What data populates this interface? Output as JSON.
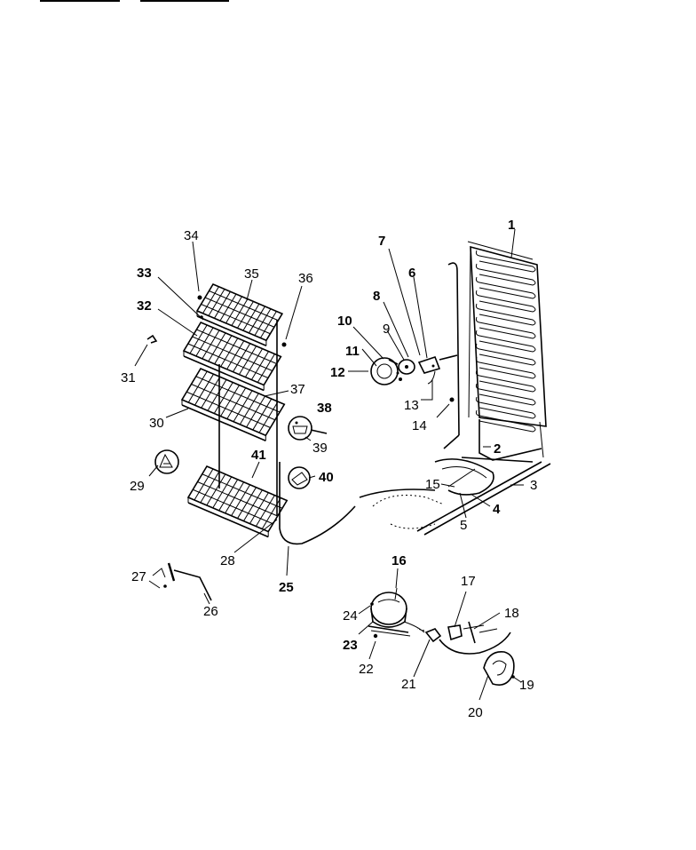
{
  "callouts": [
    {
      "id": "c1",
      "text": "1",
      "bold": true
    },
    {
      "id": "c2",
      "text": "2",
      "bold": true
    },
    {
      "id": "c3",
      "text": "3",
      "bold": false
    },
    {
      "id": "c4",
      "text": "4",
      "bold": true
    },
    {
      "id": "c5",
      "text": "5",
      "bold": false
    },
    {
      "id": "c6",
      "text": "6",
      "bold": true
    },
    {
      "id": "c7",
      "text": "7",
      "bold": true
    },
    {
      "id": "c8",
      "text": "8",
      "bold": true
    },
    {
      "id": "c9",
      "text": "9",
      "bold": false
    },
    {
      "id": "c10",
      "text": "10",
      "bold": true
    },
    {
      "id": "c11",
      "text": "11",
      "bold": true
    },
    {
      "id": "c12",
      "text": "12",
      "bold": true
    },
    {
      "id": "c13",
      "text": "13",
      "bold": false
    },
    {
      "id": "c14",
      "text": "14",
      "bold": false
    },
    {
      "id": "c15",
      "text": "15",
      "bold": false
    },
    {
      "id": "c16",
      "text": "16",
      "bold": true
    },
    {
      "id": "c17",
      "text": "17",
      "bold": false
    },
    {
      "id": "c18",
      "text": "18",
      "bold": false
    },
    {
      "id": "c19",
      "text": "19",
      "bold": false
    },
    {
      "id": "c20",
      "text": "20",
      "bold": false
    },
    {
      "id": "c21",
      "text": "21",
      "bold": false
    },
    {
      "id": "c22",
      "text": "22",
      "bold": false
    },
    {
      "id": "c23",
      "text": "23",
      "bold": true
    },
    {
      "id": "c24",
      "text": "24",
      "bold": false
    },
    {
      "id": "c25",
      "text": "25",
      "bold": true
    },
    {
      "id": "c26",
      "text": "26",
      "bold": false
    },
    {
      "id": "c27",
      "text": "27",
      "bold": false
    },
    {
      "id": "c28",
      "text": "28",
      "bold": false
    },
    {
      "id": "c29",
      "text": "29",
      "bold": false
    },
    {
      "id": "c30",
      "text": "30",
      "bold": false
    },
    {
      "id": "c31",
      "text": "31",
      "bold": false
    },
    {
      "id": "c32",
      "text": "32",
      "bold": true
    },
    {
      "id": "c33",
      "text": "33",
      "bold": true
    },
    {
      "id": "c34",
      "text": "34",
      "bold": false
    },
    {
      "id": "c35",
      "text": "35",
      "bold": false
    },
    {
      "id": "c36",
      "text": "36",
      "bold": false
    },
    {
      "id": "c37",
      "text": "37",
      "bold": false
    },
    {
      "id": "c38",
      "text": "38",
      "bold": true
    },
    {
      "id": "c39",
      "text": "39",
      "bold": false
    },
    {
      "id": "c40",
      "text": "40",
      "bold": true
    },
    {
      "id": "c41",
      "text": "41",
      "bold": true
    }
  ]
}
